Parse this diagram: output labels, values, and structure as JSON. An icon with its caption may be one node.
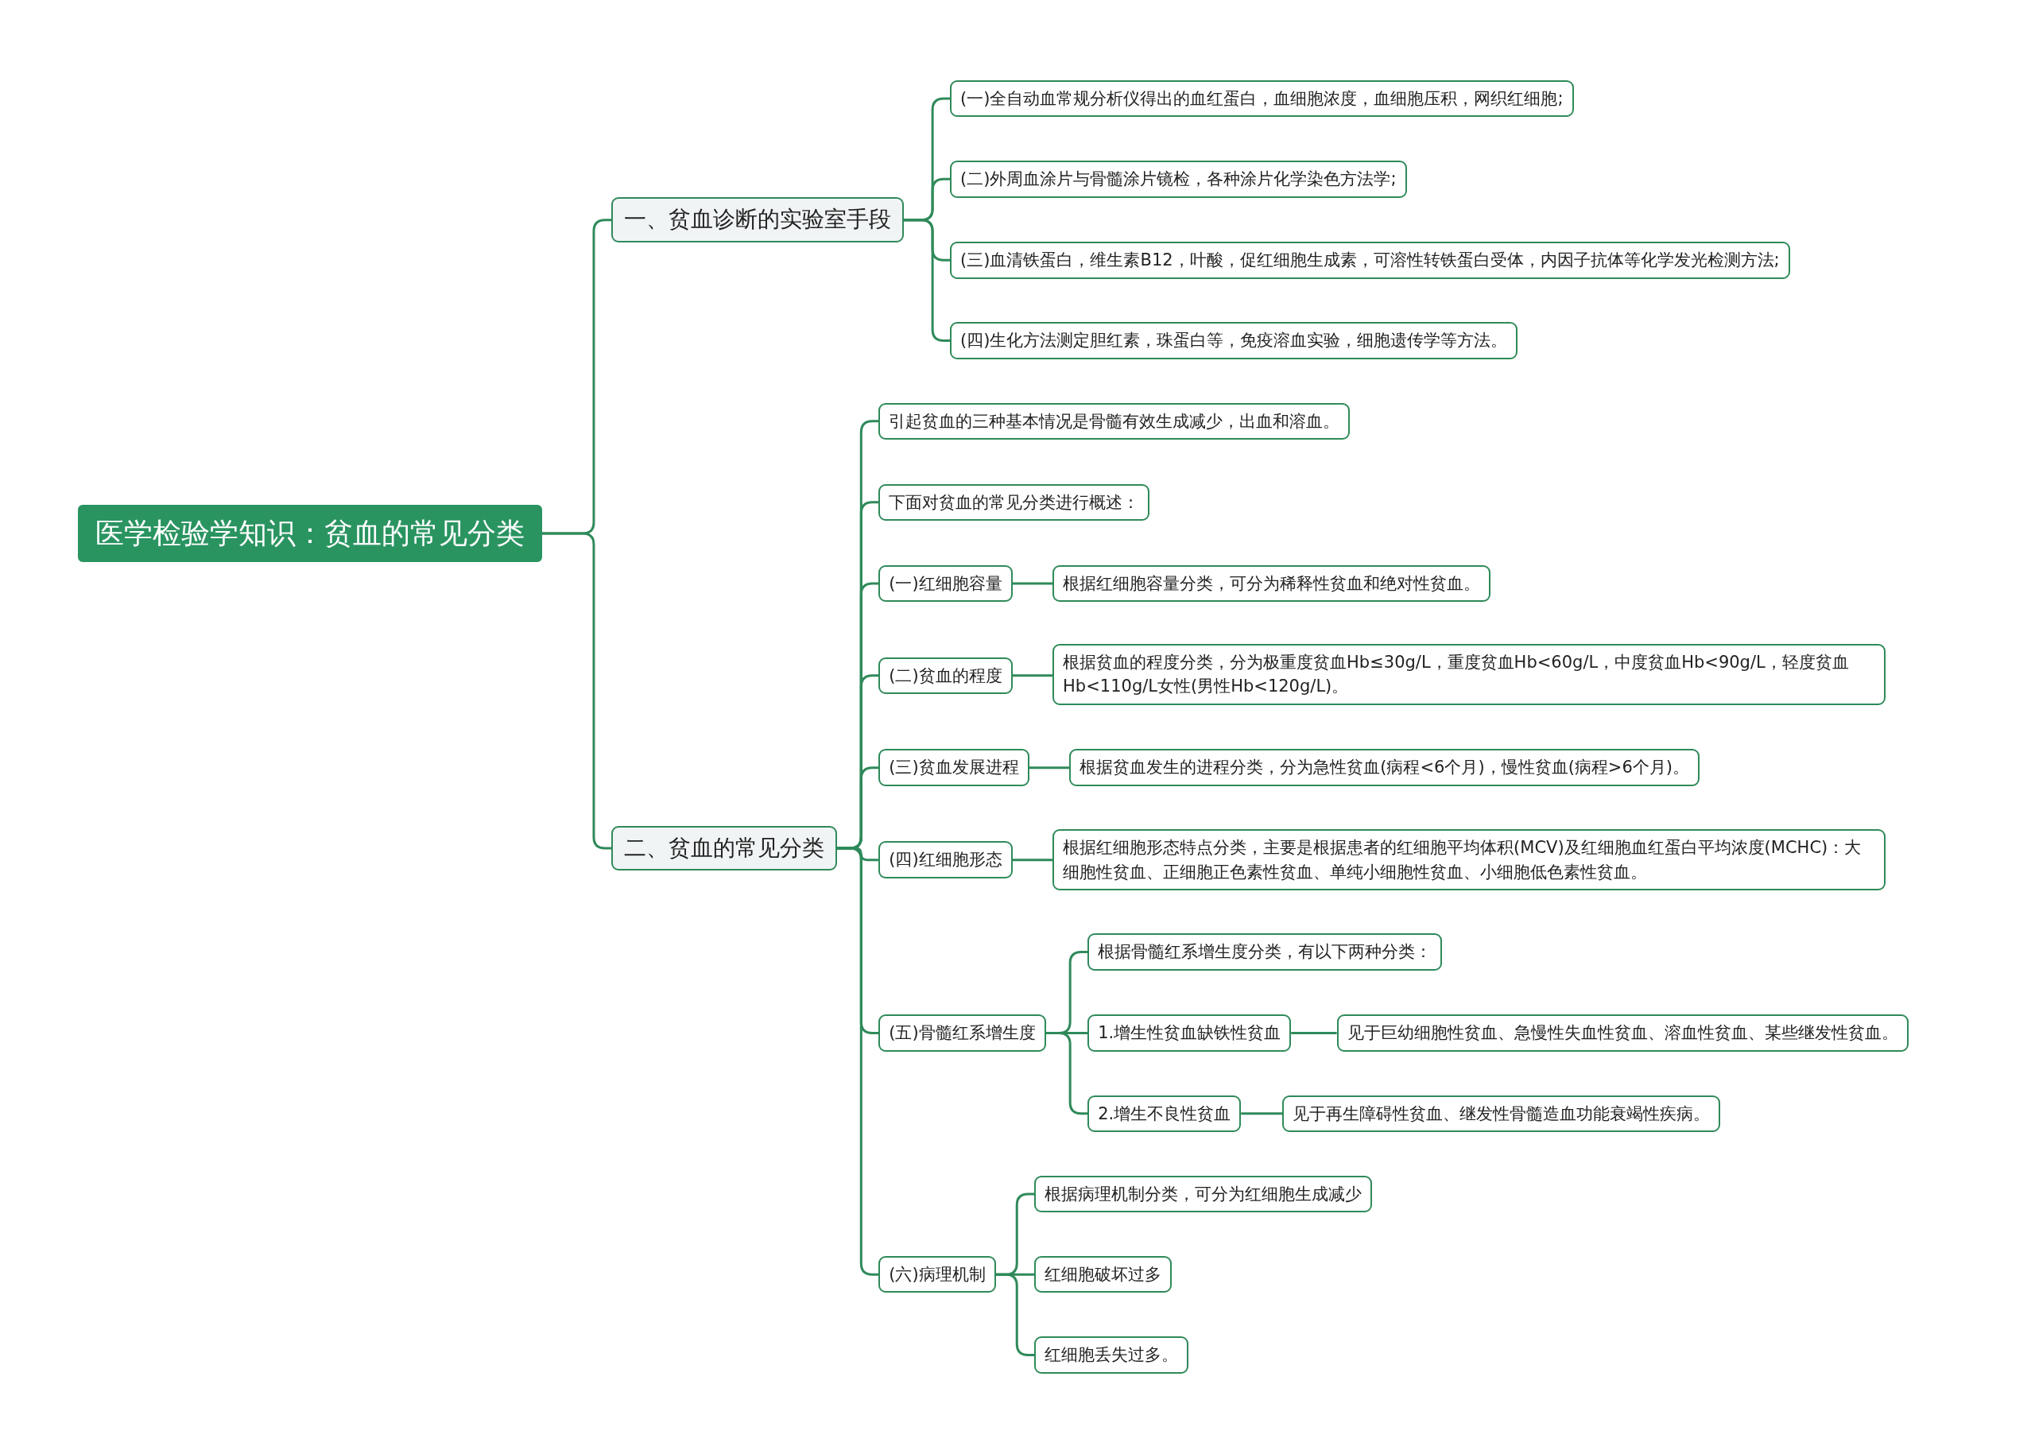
{
  "diagram": {
    "nodes": [
      {
        "text": [
          "医学检验学知识：贫血的常见分类"
        ]
      },
      {
        "text": [
          "一、贫血诊断的实验室手段"
        ]
      },
      {
        "text": [
          "(一)全自动血常规分析仪得出的血红蛋白，血细胞浓度，血细胞压积，网织红细胞;"
        ]
      },
      {
        "text": [
          "(二)外周血涂片与骨髓涂片镜检，各种涂片化学染色方法学;"
        ]
      },
      {
        "text": [
          "(三)血清铁蛋白，维生素B12，叶酸，促红细胞生成素，可溶性转铁蛋白受体，内因子抗体等化学发光检测方法;"
        ]
      },
      {
        "text": [
          "(四)生化方法测定胆红素，珠蛋白等，免疫溶血实验，细胞遗传学等方法。"
        ]
      },
      {
        "text": [
          "二、贫血的常见分类"
        ]
      },
      {
        "text": [
          "引起贫血的三种基本情况是骨髓有效生成减少，出血和溶血。"
        ]
      },
      {
        "text": [
          "下面对贫血的常见分类进行概述："
        ]
      },
      {
        "text": [
          "(一)红细胞容量"
        ]
      },
      {
        "text": [
          "根据红细胞容量分类，可分为稀释性贫血和绝对性贫血。"
        ]
      },
      {
        "text": [
          "(二)贫血的程度"
        ]
      },
      {
        "text": [
          "根据贫血的程度分类，分为极重度贫血Hb≤30g/L，重度贫血Hb<60g/L，中度贫血Hb<90g/L，轻度贫血Hb<110g/L女性(男性Hb<120g/L)。"
        ]
      },
      {
        "text": [
          "(三)贫血发展进程"
        ]
      },
      {
        "text": [
          "根据贫血发生的进程分类，分为急性贫血(病程<6个月)，慢性贫血(病程>6个月)。"
        ]
      },
      {
        "text": [
          "(四)红细胞形态"
        ]
      },
      {
        "text": [
          "根据红细胞形态特点分类，主要是根据患者的红细胞平均体积(MCV)及红细胞血红蛋白平均浓度(MCHC)：大细胞性贫血、正细胞正色素性贫血、单纯小细胞性贫血、小细胞低色素性贫血。"
        ]
      },
      {
        "text": [
          "(五)骨髓红系增生度"
        ]
      },
      {
        "text": [
          "根据骨髓红系增生度分类，有以下两种分类："
        ]
      },
      {
        "text": [
          "1.增生性贫血缺铁性贫血"
        ]
      },
      {
        "text": [
          "见于巨幼细胞性贫血、急慢性失血性贫血、溶血性贫血、某些继发性贫血。"
        ]
      },
      {
        "text": [
          "2.增生不良性贫血"
        ]
      },
      {
        "text": [
          "见于再生障碍性贫血、继发性骨髓造血功能衰竭性疾病。"
        ]
      },
      {
        "text": [
          "(六)病理机制"
        ]
      },
      {
        "text": [
          "根据病理机制分类，可分为红细胞生成减少"
        ]
      },
      {
        "text": [
          "红细胞破坏过多"
        ]
      },
      {
        "text": [
          "红细胞丢失过多。"
        ]
      }
    ],
    "edges": [
      {
        "from": 0,
        "to": 1,
        "arrow": "none"
      },
      {
        "from": 0,
        "to": 6,
        "arrow": "none"
      },
      {
        "from": 1,
        "to": 2,
        "arrow": "none"
      },
      {
        "from": 1,
        "to": 3,
        "arrow": "none"
      },
      {
        "from": 1,
        "to": 4,
        "arrow": "none"
      },
      {
        "from": 1,
        "to": 5,
        "arrow": "none"
      },
      {
        "from": 6,
        "to": 7,
        "arrow": "none"
      },
      {
        "from": 6,
        "to": 8,
        "arrow": "none"
      },
      {
        "from": 6,
        "to": 9,
        "arrow": "none"
      },
      {
        "from": 6,
        "to": 11,
        "arrow": "none"
      },
      {
        "from": 6,
        "to": 13,
        "arrow": "none"
      },
      {
        "from": 6,
        "to": 15,
        "arrow": "none"
      },
      {
        "from": 6,
        "to": 17,
        "arrow": "none"
      },
      {
        "from": 6,
        "to": 23,
        "arrow": "none"
      },
      {
        "from": 9,
        "to": 10,
        "arrow": "none"
      },
      {
        "from": 11,
        "to": 12,
        "arrow": "none"
      },
      {
        "from": 13,
        "to": 14,
        "arrow": "none"
      },
      {
        "from": 15,
        "to": 16,
        "arrow": "none"
      },
      {
        "from": 17,
        "to": 18,
        "arrow": "none"
      },
      {
        "from": 17,
        "to": 19,
        "arrow": "none"
      },
      {
        "from": 17,
        "to": 21,
        "arrow": "none"
      },
      {
        "from": 19,
        "to": 20,
        "arrow": "none"
      },
      {
        "from": 21,
        "to": 22,
        "arrow": "none"
      },
      {
        "from": 23,
        "to": 24,
        "arrow": "none"
      },
      {
        "from": 23,
        "to": 25,
        "arrow": "none"
      },
      {
        "from": 23,
        "to": 26,
        "arrow": "none"
      }
    ]
  }
}
